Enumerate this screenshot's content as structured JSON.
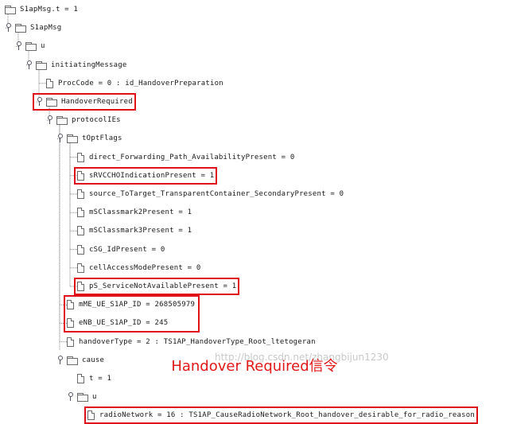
{
  "tree": [
    {
      "id": "s1apmsg_t",
      "label": "S1apMsg.t = 1",
      "kind": "folder",
      "depth": 0,
      "expander": false
    },
    {
      "id": "s1apmsg",
      "label": "S1apMsg",
      "kind": "folder",
      "depth": 1,
      "expander": true
    },
    {
      "id": "u",
      "label": "u",
      "kind": "folder",
      "depth": 2,
      "expander": true
    },
    {
      "id": "initiating_message",
      "label": "initiatingMessage",
      "kind": "folder",
      "depth": 3,
      "expander": true
    },
    {
      "id": "proc_code",
      "label": "ProcCode = 0 : id_HandoverPreparation",
      "kind": "doc",
      "depth": 4,
      "expander": false
    },
    {
      "id": "handover_required",
      "label": "HandoverRequired",
      "kind": "folder",
      "depth": 4,
      "expander": true,
      "highlight": true
    },
    {
      "id": "protocol_ies",
      "label": "protocolIEs",
      "kind": "folder",
      "depth": 5,
      "expander": true
    },
    {
      "id": "t_opt_flags",
      "label": "tOptFlags",
      "kind": "folder",
      "depth": 6,
      "expander": true
    },
    {
      "id": "direct_forwarding",
      "label": "direct_Forwarding_Path_AvailabilityPresent = 0",
      "kind": "doc",
      "depth": 7,
      "expander": false
    },
    {
      "id": "srvcc_ho",
      "label": "sRVCCHOIndicationPresent = 1",
      "kind": "doc",
      "depth": 7,
      "expander": false,
      "highlight": true
    },
    {
      "id": "source_to_target",
      "label": "source_ToTarget_TransparentContainer_SecondaryPresent = 0",
      "kind": "doc",
      "depth": 7,
      "expander": false
    },
    {
      "id": "msclassmark2",
      "label": "mSClassmark2Present = 1",
      "kind": "doc",
      "depth": 7,
      "expander": false
    },
    {
      "id": "msclassmark3",
      "label": "mSClassmark3Present = 1",
      "kind": "doc",
      "depth": 7,
      "expander": false
    },
    {
      "id": "csg_id",
      "label": "cSG_IdPresent = 0",
      "kind": "doc",
      "depth": 7,
      "expander": false
    },
    {
      "id": "cell_access_mode",
      "label": "cellAccessModePresent = 0",
      "kind": "doc",
      "depth": 7,
      "expander": false
    },
    {
      "id": "ps_service",
      "label": "pS_ServiceNotAvailablePresent = 1",
      "kind": "doc",
      "depth": 7,
      "expander": false,
      "highlight": true
    },
    {
      "id": "mme_ue_s1ap_id",
      "label": "mME_UE_S1AP_ID = 268505979",
      "kind": "doc",
      "depth": 6,
      "expander": false
    },
    {
      "id": "enb_ue_s1ap_id",
      "label": "eNB_UE_S1AP_ID = 245",
      "kind": "doc",
      "depth": 6,
      "expander": false
    },
    {
      "id": "handover_type",
      "label": "handoverType = 2 : TS1AP_HandoverType_Root_ltetogeran",
      "kind": "doc",
      "depth": 6,
      "expander": false
    },
    {
      "id": "cause",
      "label": "cause",
      "kind": "folder",
      "depth": 6,
      "expander": true
    },
    {
      "id": "cause_t",
      "label": "t = 1",
      "kind": "doc",
      "depth": 7,
      "expander": false
    },
    {
      "id": "cause_u",
      "label": "u",
      "kind": "folder",
      "depth": 7,
      "expander": true
    },
    {
      "id": "radio_network",
      "label": "radioNetwork = 16 : TS1AP_CauseRadioNetwork_Root_handover_desirable_for_radio_reason",
      "kind": "doc",
      "depth": 8,
      "expander": false,
      "highlight": true
    }
  ],
  "caption": "Handover Required信令",
  "watermark": "http://blog.csdn.net/zhangbijun1230",
  "colors": {
    "highlight": "#e0101a",
    "caption": "#e01818",
    "tree_line": "#8a8a8a"
  }
}
